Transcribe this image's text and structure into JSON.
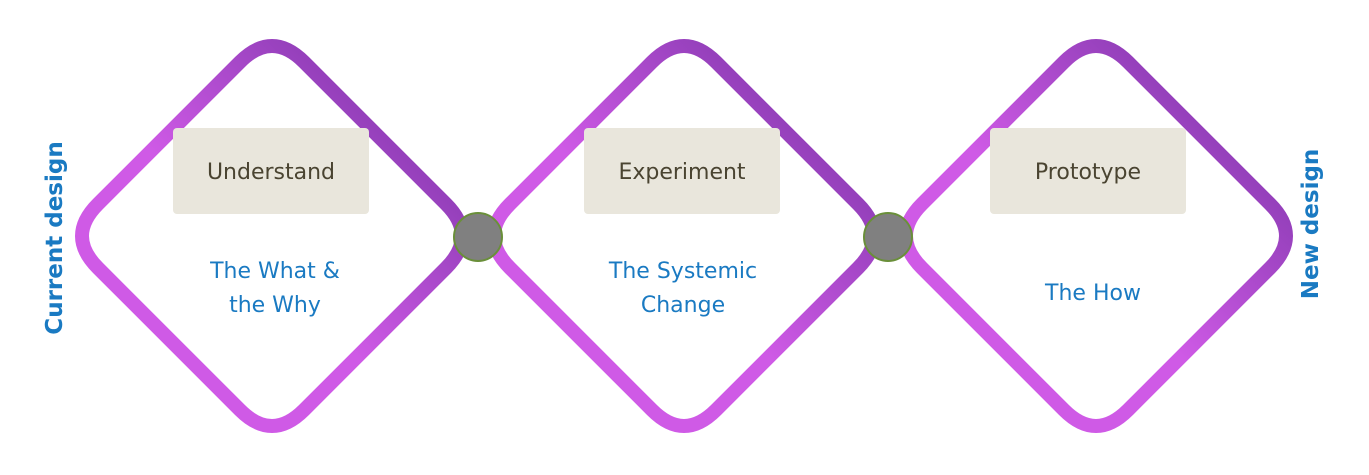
{
  "side_labels": {
    "left": "Current design",
    "right": "New design"
  },
  "stages": [
    {
      "label": "Understand",
      "desc_line1": "The What  &",
      "desc_line2": "the Why"
    },
    {
      "label": "Experiment",
      "desc_line1": "The Systemic",
      "desc_line2": "Change"
    },
    {
      "label": "Prototype",
      "desc_line1": "The  How",
      "desc_line2": ""
    }
  ],
  "colors": {
    "diamond_gradient_start": "#cf5ae6",
    "diamond_gradient_end": "#7030a0",
    "label_box": "#e9e6dc",
    "label_text": "#4a4431",
    "description_text": "#1a7ac2",
    "connector_fill": "#808080",
    "connector_stroke": "#6a8f3a"
  }
}
